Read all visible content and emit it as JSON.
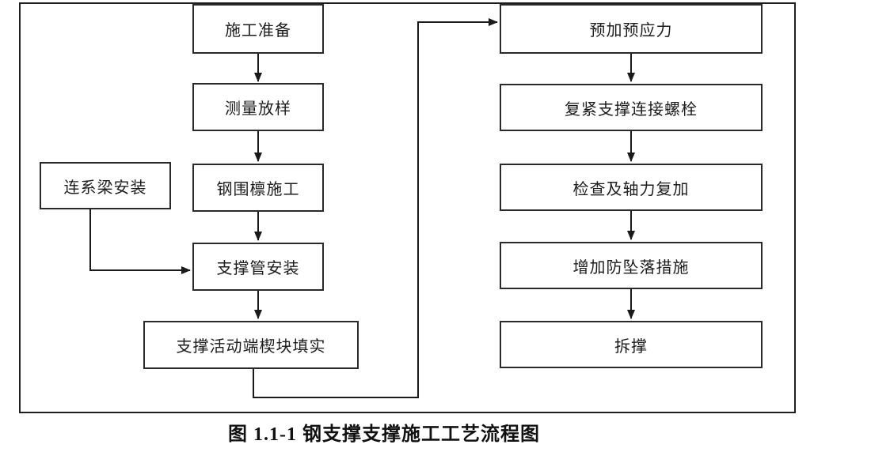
{
  "figure": {
    "caption": "图 1.1-1 钢支撑支撑施工工艺流程图"
  },
  "flowchart": {
    "left_steps": [
      "施工准备",
      "测量放样",
      "钢围檩施工",
      "支撑管安装",
      "支撑活动端楔块填实"
    ],
    "side_step": "连系梁安装",
    "right_steps": [
      "预加预应力",
      "复紧支撑连接螺栓",
      "检查及轴力复加",
      "增加防坠落措施",
      "拆撑"
    ]
  },
  "colors": {
    "line": "#1a1a1a",
    "box_border": "#2a2a2a",
    "text": "#1c1c1c"
  }
}
